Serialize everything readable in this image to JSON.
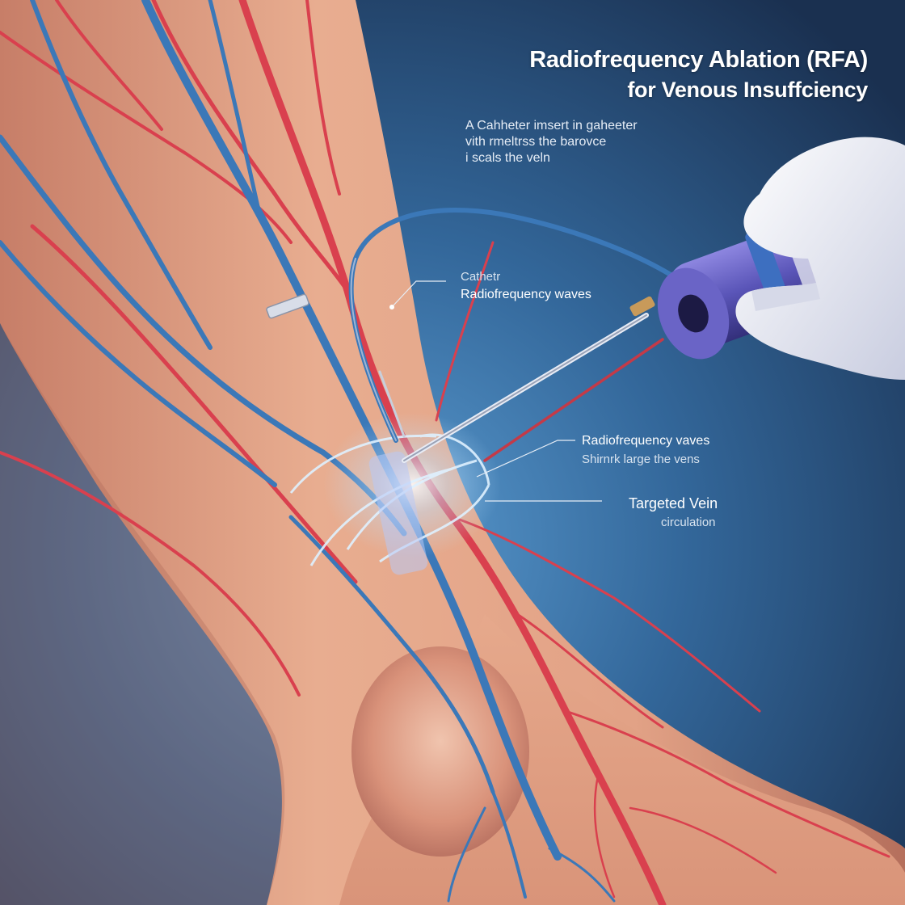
{
  "title": {
    "line1": "Radiofrequency Ablation (RFA)",
    "line2": "for Venous Insuffciency"
  },
  "description": {
    "lines": [
      "A Cahheter imsert in gaheeter",
      "vith rmeltrss the barovce",
      "i scals the veln"
    ]
  },
  "labels": {
    "catheter": {
      "line1": "Cathetr",
      "line2": "Radiofrequency waves"
    },
    "rf_waves": {
      "line1": "Radiofrequency vaves",
      "line2": "Shirnrk large the vens"
    },
    "targeted_vein": {
      "line1": "Targeted Vein",
      "line2": "circulation"
    }
  },
  "colors": {
    "background": "#1d3a5c",
    "background_glow": "#4f8fc4",
    "skin": "#e4a889",
    "skin_shadow": "#c9826b",
    "artery": "#d9404e",
    "vein": "#3b78b8",
    "glove": "#e8ebf4",
    "device": "#5a55b8",
    "rf_glow": "#bfe3ff"
  },
  "icons": {
    "device": "catheter-handpiece",
    "hand": "gloved-hand"
  }
}
